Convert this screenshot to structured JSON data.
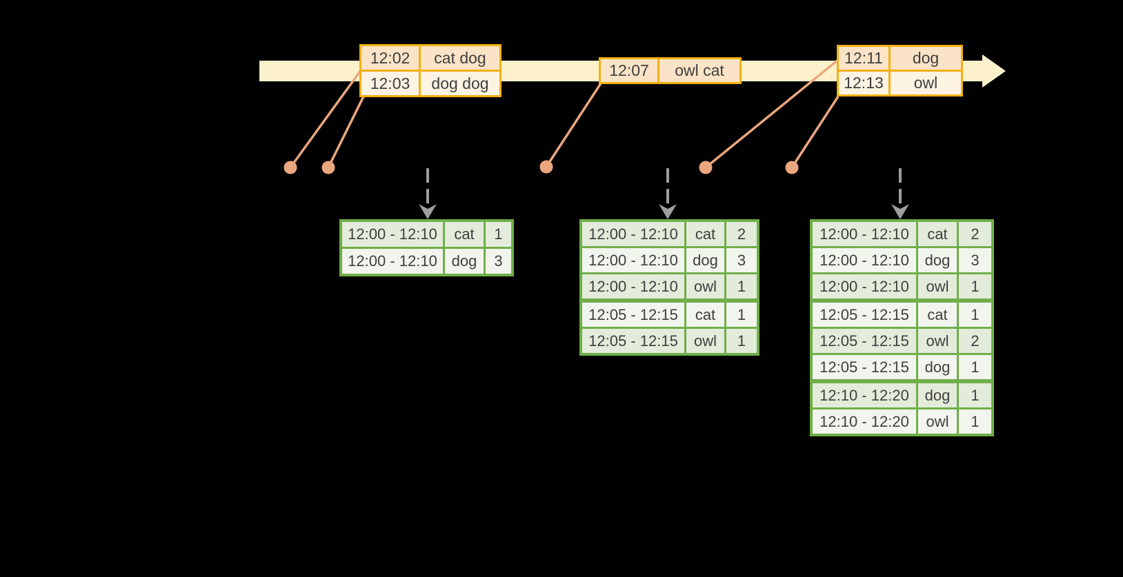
{
  "colors": {
    "background": "#000000",
    "timeline_fill": "#FCF1CB",
    "event_border": "#F2B011",
    "event_fill_a": "#FAE3C6",
    "event_fill_b": "#FCF3E3",
    "connector": "#EBA77E",
    "trigger": "#9E9E9E",
    "result_border": "#6FAE49",
    "result_fill_a": "#E3ECDA",
    "result_fill_b": "#F1F5ED",
    "text": "#3F3F3F"
  },
  "input_events": [
    {
      "rows": [
        {
          "time": "12:02",
          "words": "cat dog"
        },
        {
          "time": "12:03",
          "words": "dog dog"
        }
      ]
    },
    {
      "rows": [
        {
          "time": "12:07",
          "words": "owl cat"
        }
      ]
    },
    {
      "rows": [
        {
          "time": "12:11",
          "words": "dog"
        },
        {
          "time": "12:13",
          "words": "owl"
        }
      ]
    }
  ],
  "result_tables": [
    {
      "rows": [
        {
          "window": "12:00 - 12:10",
          "word": "cat",
          "count": "1"
        },
        {
          "window": "12:00 - 12:10",
          "word": "dog",
          "count": "3"
        }
      ]
    },
    {
      "rows": [
        {
          "window": "12:00 - 12:10",
          "word": "cat",
          "count": "2"
        },
        {
          "window": "12:00 - 12:10",
          "word": "dog",
          "count": "3"
        },
        {
          "window": "12:00 - 12:10",
          "word": "owl",
          "count": "1"
        },
        {
          "window": "12:05 - 12:15",
          "word": "cat",
          "count": "1"
        },
        {
          "window": "12:05 - 12:15",
          "word": "owl",
          "count": "1"
        }
      ]
    },
    {
      "rows": [
        {
          "window": "12:00 - 12:10",
          "word": "cat",
          "count": "2"
        },
        {
          "window": "12:00 - 12:10",
          "word": "dog",
          "count": "3"
        },
        {
          "window": "12:00 - 12:10",
          "word": "owl",
          "count": "1"
        },
        {
          "window": "12:05 - 12:15",
          "word": "cat",
          "count": "1"
        },
        {
          "window": "12:05 - 12:15",
          "word": "owl",
          "count": "2"
        },
        {
          "window": "12:05 - 12:15",
          "word": "dog",
          "count": "1"
        },
        {
          "window": "12:10 - 12:20",
          "word": "dog",
          "count": "1"
        },
        {
          "window": "12:10 - 12:20",
          "word": "owl",
          "count": "1"
        }
      ]
    }
  ]
}
